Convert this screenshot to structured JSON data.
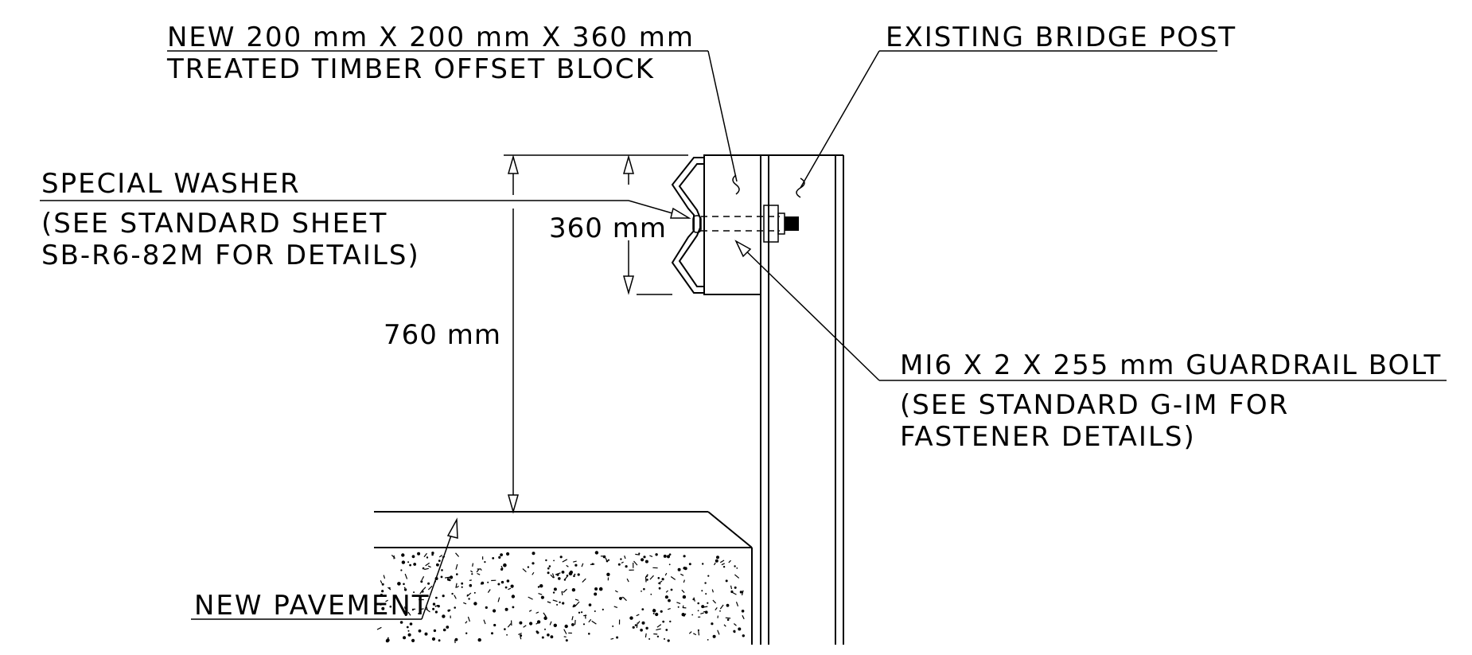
{
  "labels": {
    "offset_block_line1": "NEW 200 mm X 200 mm X 360 mm",
    "offset_block_line2": "TREATED TIMBER OFFSET BLOCK",
    "bridge_post": "EXISTING BRIDGE POST",
    "washer_line1": "SPECIAL WASHER",
    "washer_line2": "(SEE STANDARD SHEET",
    "washer_line3": "SB-R6-82M FOR DETAILS)",
    "bolt_line1": "MI6 X 2 X 255 mm GUARDRAIL BOLT",
    "bolt_line2": "(SEE STANDARD G-IM FOR",
    "bolt_line3": "FASTENER DETAILS)",
    "pavement": "NEW PAVEMENT"
  },
  "dimensions": {
    "block_height": "360 mm",
    "rail_height": "760 mm"
  }
}
